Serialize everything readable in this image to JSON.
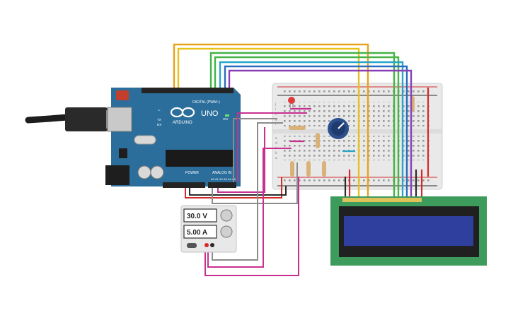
{
  "arduino": {
    "brand": "ARDUINO",
    "model": "UNO",
    "digital_header": "DIGITAL (PWM~)",
    "power_header": "POWER",
    "analog_header": "ANALOG IN",
    "tx_label": "TX",
    "rx_label": "RX",
    "l_label": "L",
    "on_label": "ON",
    "pins_analog": [
      "A0",
      "A1",
      "A2",
      "A3",
      "A4",
      "A5"
    ]
  },
  "power_supply": {
    "voltage": "30.0 V",
    "current": "5.00 A"
  },
  "breadboard": {
    "row_letters_top": [
      "j",
      "i",
      "h",
      "g",
      "f"
    ],
    "row_letters_bottom": [
      "e",
      "d",
      "c",
      "b",
      "a"
    ]
  },
  "colors": {
    "arduino_board": "#2c6e9b",
    "breadboard": "#e9e9e9",
    "lcd_board": "#3d9c5c",
    "lcd_screen": "#2f3f9e",
    "wire_orange": "#e8a21b",
    "wire_yellow": "#e8c11b",
    "wire_green": "#47b247",
    "wire_cyan": "#27a6c8",
    "wire_blue": "#2b6cc0",
    "wire_purple": "#8a3fb5",
    "wire_magenta": "#c8308f",
    "wire_gray": "#8c8c8c",
    "wire_red": "#d42a2a",
    "wire_black": "#2a2a2a"
  }
}
